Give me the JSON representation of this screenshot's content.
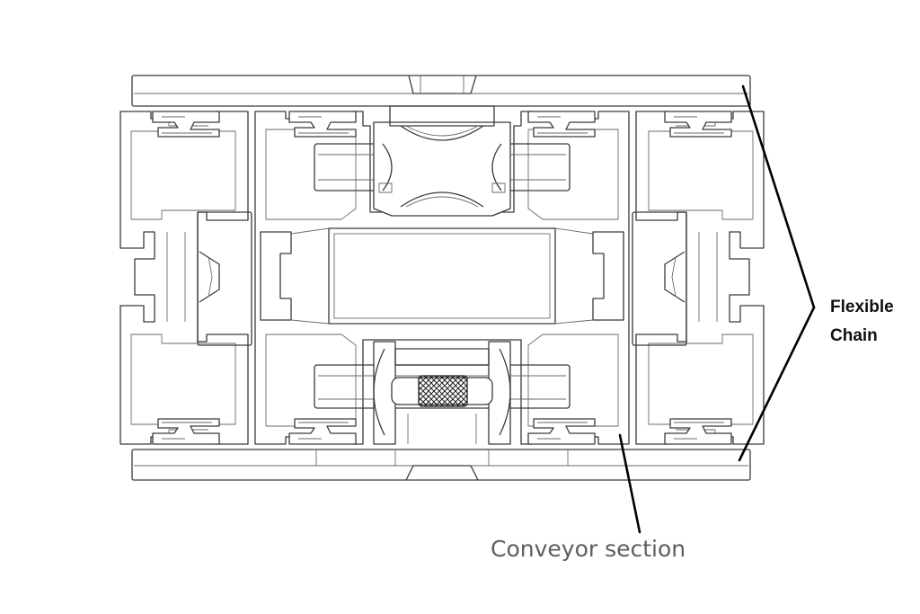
{
  "labels": {
    "flexible_chain_line1": "Flexible",
    "flexible_chain_line2": "Chain",
    "conveyor_section": "Conveyor section"
  },
  "colors": {
    "line": "#3a3a3a",
    "leader": "#000000",
    "callout_text": "#111111",
    "caption_text": "#5e5e5e",
    "background": "#ffffff"
  }
}
